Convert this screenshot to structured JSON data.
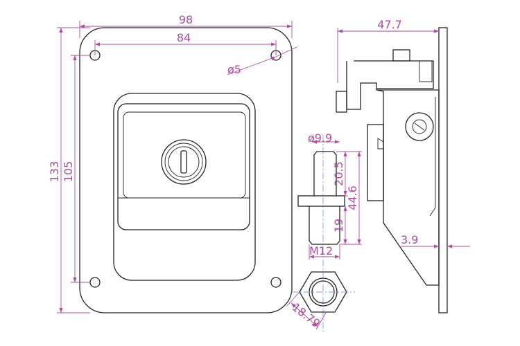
{
  "drawing": {
    "front_view": {
      "width": "98",
      "hole_spacing_x": "84",
      "hole_diameter": "ø5",
      "height": "133",
      "hole_spacing_y": "105"
    },
    "side_view": {
      "depth": "47.7",
      "plate_thickness": "3.9"
    },
    "pin": {
      "diameter": "ø9.9",
      "upper_length": "20.5",
      "total_length": "44.6",
      "thread_length": "19",
      "thread": "M12"
    },
    "nut": {
      "across_flats": "18.79"
    },
    "colors": {
      "dimension": "#b04aa0",
      "centerline": "#7f9fe0",
      "outline": "#222222"
    }
  }
}
